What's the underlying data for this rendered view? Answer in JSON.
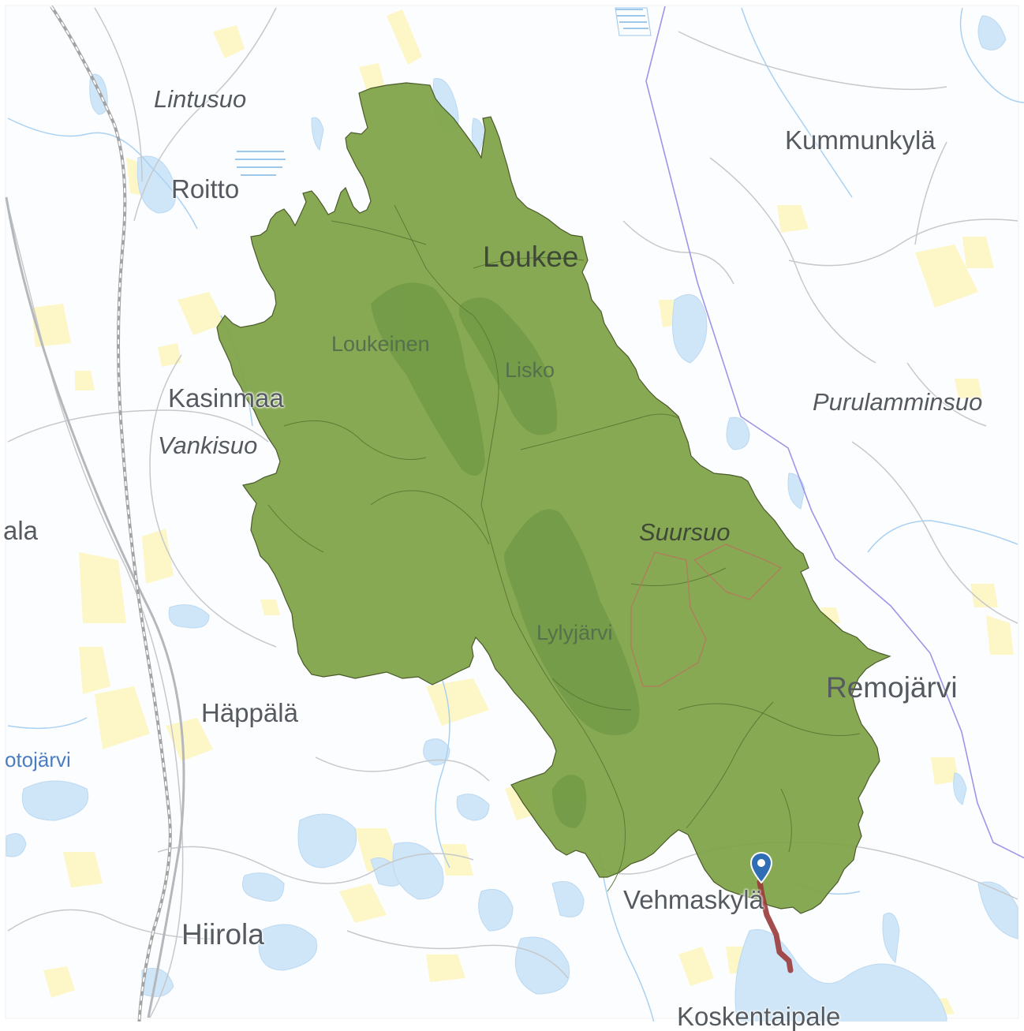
{
  "map": {
    "colors": {
      "background": "#ffffff",
      "water": "#cfe6f8",
      "field": "#fdf6c6",
      "catchment_fill": "#7fa246",
      "catchment_stroke": "#4a5a2a",
      "road": "#b9bcc0",
      "railway": "#9a9a9a",
      "border": "#9c96e6",
      "river_trace": "#9a3a3a",
      "pin": "#2f6eb4"
    },
    "layers": {
      "catchment_area": "drainage basin polygon",
      "river_path": "red downstream route",
      "marker": "map-pin-icon"
    },
    "places": {
      "lintusuo": "Lintusuo",
      "roitto": "Roitto",
      "kasinmaa": "Kasinmaa",
      "vankisuo": "Vankisuo",
      "ala": "ala",
      "happala": "Häppälä",
      "otojarvi": "otojärvi",
      "hiirola": "Hiirola",
      "loukee": "Loukee",
      "loukeinen": "Loukeinen",
      "lisko": "Lisko",
      "suursuo": "Suursuo",
      "lylyjarvi": "Lylyjärvi",
      "kummunkyla": "Kummunkylä",
      "purulamminsuo": "Purulamminsuo",
      "remojarvi": "Remojärvi",
      "vehmaskyla": "Vehmaskylä",
      "koskentaipale": "Koskentaipale"
    }
  }
}
